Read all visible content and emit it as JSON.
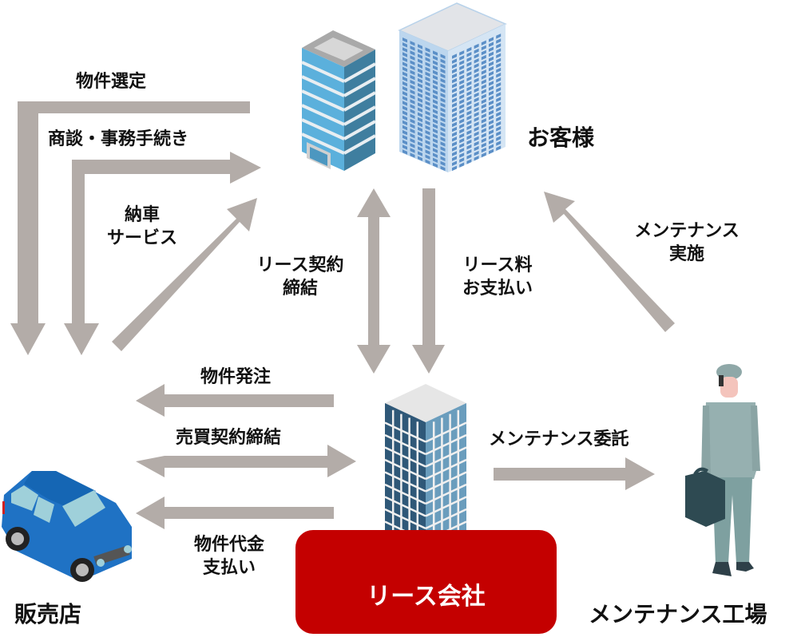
{
  "colors": {
    "arrow": "#b3aca8",
    "lease_company_box": "#c40000",
    "text": "#111111",
    "lease_company_text": "#ffffff"
  },
  "nodes": {
    "customer": {
      "label": "お客様",
      "icon": "office-buildings-icon"
    },
    "dealer": {
      "label": "販売店",
      "icon": "car-icon"
    },
    "lease_company": {
      "label": "リース会社",
      "icon": "office-tower-icon"
    },
    "maintenance_factory": {
      "label": "メンテナンス工場",
      "icon": "worker-icon"
    }
  },
  "edges": [
    {
      "id": "property-selection",
      "from": "customer",
      "to": "dealer",
      "label": "物件選定"
    },
    {
      "id": "negotiation",
      "from": "dealer",
      "to": "customer",
      "label": "商談・事務手続き",
      "bidirectional_start": "dealer"
    },
    {
      "id": "delivery-service",
      "from": "dealer",
      "to": "customer",
      "label": "納車\nサービス"
    },
    {
      "id": "lease-contract",
      "from": "customer",
      "to": "lease_company",
      "label": "リース契約\n締結",
      "bidirectional": true
    },
    {
      "id": "lease-payment",
      "from": "customer",
      "to": "lease_company",
      "label": "リース料\nお支払い"
    },
    {
      "id": "maintenance-execution",
      "from": "maintenance_factory",
      "to": "customer",
      "label": "メンテナンス\n実施"
    },
    {
      "id": "property-order",
      "from": "lease_company",
      "to": "dealer",
      "label": "物件発注"
    },
    {
      "id": "sales-contract",
      "from": "lease_company",
      "to": "dealer",
      "label": "売買契約締結",
      "bidirectional": true
    },
    {
      "id": "property-payment",
      "from": "lease_company",
      "to": "dealer",
      "label": "物件代金\n支払い"
    },
    {
      "id": "maintenance-outsourcing",
      "from": "lease_company",
      "to": "maintenance_factory",
      "label": "メンテナンス委託"
    }
  ],
  "labels": {
    "property_selection": "物件選定",
    "negotiation": "商談・事務手続き",
    "delivery_1": "納車",
    "delivery_2": "サービス",
    "lease_contract_1": "リース契約",
    "lease_contract_2": "締結",
    "lease_payment_1": "リース料",
    "lease_payment_2": "お支払い",
    "maint_exec_1": "メンテナンス",
    "maint_exec_2": "実施",
    "property_order": "物件発注",
    "sales_contract": "売買契約締結",
    "property_payment_1": "物件代金",
    "property_payment_2": "支払い",
    "maint_outsourcing": "メンテナンス委託"
  }
}
